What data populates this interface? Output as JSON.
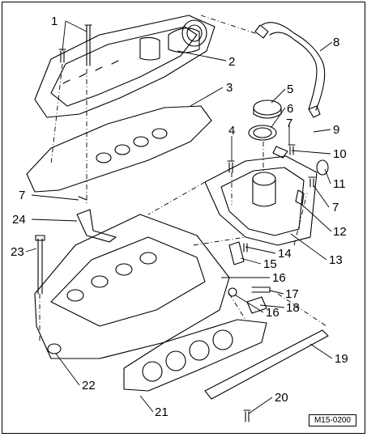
{
  "callouts": [
    "1",
    "2",
    "3",
    "4",
    "5",
    "6",
    "7",
    "8",
    "9",
    "10",
    "11",
    "7",
    "12",
    "13",
    "14",
    "15",
    "16",
    "16",
    "17",
    "18",
    "19",
    "20",
    "21",
    "22",
    "23",
    "24",
    "7"
  ],
  "reference_code": "M15-0200"
}
